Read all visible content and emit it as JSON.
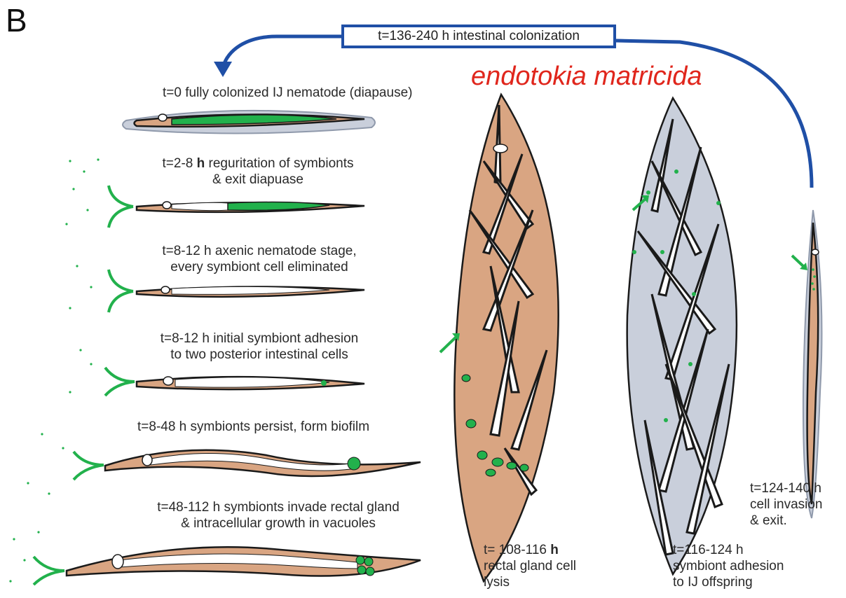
{
  "panel_letter": "B",
  "cycle_label": "t=136-240 h intestinal colonization",
  "endotokia_label": "endotokia matricida",
  "stages": [
    {
      "lines": [
        "t=0 fully colonized IJ nematode (diapause)"
      ]
    },
    {
      "time_prefix": "t=2-8 ",
      "time_bold": "h",
      "lines_rest": " reguritation of symbionts",
      "line2": "& exit diapuase"
    },
    {
      "lines": [
        "t=8-12 h axenic nematode stage,",
        "every symbiont cell eliminated"
      ]
    },
    {
      "lines": [
        "t=8-12 h initial symbiont adhesion",
        "to two posterior intestinal cells"
      ]
    },
    {
      "lines": [
        "t=8-48 h symbionts persist, form biofilm"
      ]
    },
    {
      "lines": [
        "t=48-112 h symbionts invade rectal gland",
        "& intracellular growth in vacuoles"
      ]
    }
  ],
  "right_stages": [
    {
      "prefix": "t= 108-116 ",
      "bold": "h",
      "line2": "rectal gland cell",
      "line3": "lysis"
    },
    {
      "line1": "t=116-124 h",
      "line2": "symbiont adhesion",
      "line3": "to IJ offspring"
    },
    {
      "line1": "t=124-140 h",
      "line2": "cell invasion",
      "line3": "& exit."
    }
  ],
  "colors": {
    "body": "#d9a582",
    "outline": "#1a1a1a",
    "symbiont": "#22b14c",
    "arrow_blue": "#1f4fa6",
    "title_red": "#e0261c",
    "halo": "#c9cfdb"
  }
}
